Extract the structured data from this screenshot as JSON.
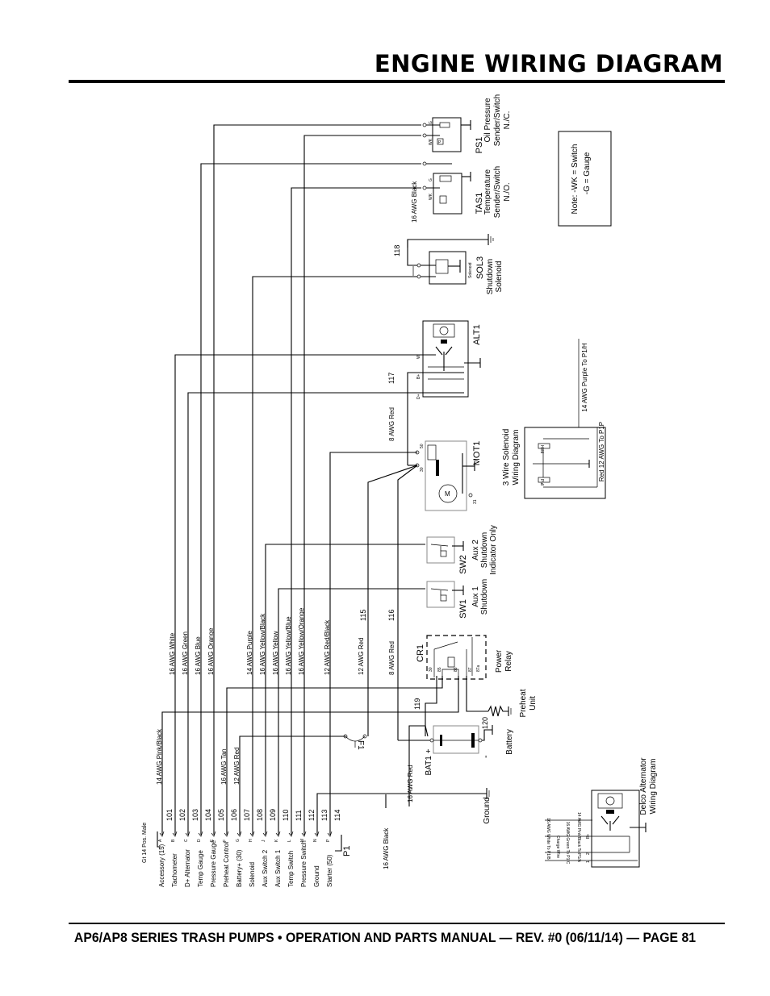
{
  "header": {
    "title": "ENGINE WIRING DIAGRAM"
  },
  "footer": {
    "text": "AP6/AP8 SERIES TRASH PUMPS • OPERATION AND PARTS MANUAL — REV. #0 (06/11/14) — PAGE 81"
  },
  "connector": {
    "title": "Gt 14 Pos. Male",
    "name": "P1",
    "pins": [
      {
        "letter": "A",
        "function": "Accessory (15)",
        "wire": "101",
        "gauge": "14 AWG Pink/Black"
      },
      {
        "letter": "B",
        "function": "Tachometer",
        "wire": "102",
        "gauge": "16 AWG White"
      },
      {
        "letter": "C",
        "function": "D+ Alternator",
        "wire": "103",
        "gauge": "16 AWG Green"
      },
      {
        "letter": "D",
        "function": "Temp Gauge",
        "wire": "104",
        "gauge": "16 AWG Blue"
      },
      {
        "letter": "E",
        "function": "Pressure Gauge",
        "wire": "105",
        "gauge": "16 AWG Orange"
      },
      {
        "letter": "F",
        "function": "Preheat Control",
        "wire": "106",
        "gauge": "16 AWG Tan"
      },
      {
        "letter": "G",
        "function": "Battery+ (30)",
        "wire": "107",
        "gauge": "12 AWG Red"
      },
      {
        "letter": "H",
        "function": "Solenoid",
        "wire": "108",
        "gauge": "14 AWG Purple"
      },
      {
        "letter": "J",
        "function": "Aux Switch 2",
        "wire": "109",
        "gauge": "16 AWG Yellow/Black"
      },
      {
        "letter": "K",
        "function": "Aux Switch 1",
        "wire": "110",
        "gauge": "16 AWG Yellow"
      },
      {
        "letter": "L",
        "function": "Temp Switch",
        "wire": "111",
        "gauge": "16 AWG Yellow/Blue"
      },
      {
        "letter": "M",
        "function": "Pressure Switch",
        "wire": "112",
        "gauge": "16 AWG Yellow/Orange"
      },
      {
        "letter": "N",
        "function": "Ground",
        "wire": "113",
        "gauge": ""
      },
      {
        "letter": "P",
        "function": "Starter (50)",
        "wire": "114",
        "gauge": "12 AWG Red/Black"
      }
    ]
  },
  "wires": {
    "w115": {
      "number": "115",
      "gauge": "12 AWG Red"
    },
    "w116": {
      "number": "116",
      "gauge": "8 AWG Red"
    },
    "w117": {
      "number": "117",
      "gauge": "8 AWG Red"
    },
    "w118": {
      "number": "118"
    },
    "w119": {
      "number": "119"
    },
    "w120": {
      "number": "120"
    },
    "black": "16 AWG Black",
    "red16": "16 AWG Red",
    "tas_black": "16 AWG Black"
  },
  "components": {
    "fuse": "F1",
    "ps1": {
      "id": "PS1",
      "lines": [
        "Oil Pressure",
        "Sender/Switch",
        "N./C."
      ],
      "pin_g": "G",
      "pin_wk": "WK",
      "inner": "P"
    },
    "tas1": {
      "id": "TAS1",
      "lines": [
        "Temperature",
        "Sender/Switch",
        "N./O."
      ],
      "pin_g": "G",
      "pin_wk": "WK"
    },
    "sol3": {
      "id": "SOL3",
      "small": "Solenoid",
      "lines": [
        "Shutdown",
        "Solenoid"
      ]
    },
    "alt1": {
      "id": "ALT1",
      "pins": [
        "D+",
        "B+",
        "W"
      ]
    },
    "mot1": {
      "id": "MOT1",
      "pins": [
        "50",
        "30",
        "31"
      ],
      "motor": "M"
    },
    "sw2": {
      "id": "SW2",
      "lines": [
        "Aux 2",
        "Shutdown",
        "Indicator Only"
      ]
    },
    "sw1": {
      "id": "SW1",
      "lines": [
        "Aux 1",
        "Shutdown"
      ]
    },
    "cr1": {
      "id": "CR1",
      "pins": [
        "30",
        "85",
        "86",
        "87",
        "87a"
      ],
      "lines": [
        "Power",
        "Relay"
      ]
    },
    "preheat": {
      "lines": [
        "Preheat",
        "Unit"
      ]
    },
    "bat1": {
      "id": "BAT1 +",
      "minus": "-",
      "label": "Battery"
    },
    "ground": "Ground",
    "note": {
      "lines": [
        "Note: -WK = Switch",
        "-G = Gauge"
      ]
    },
    "solenoid3": {
      "lines": [
        "3 Wire Solenoid",
        "Wiring Diagram"
      ],
      "hold": "Hold",
      "pull": "Pull",
      "red": "Red 12 AWG To P1P",
      "purple": "14 AWG Purple To P1/H"
    },
    "delco": {
      "lines": [
        "Delco Alternator",
        "Wiring Diagram"
      ],
      "wires": [
        "16 AWG White To P1/B",
        "Charge Wire",
        "16 AWG Green To P1/C",
        "14 AWG Pink/Black To P1/A"
      ],
      "pins": [
        "B+",
        "2",
        "1"
      ]
    }
  }
}
